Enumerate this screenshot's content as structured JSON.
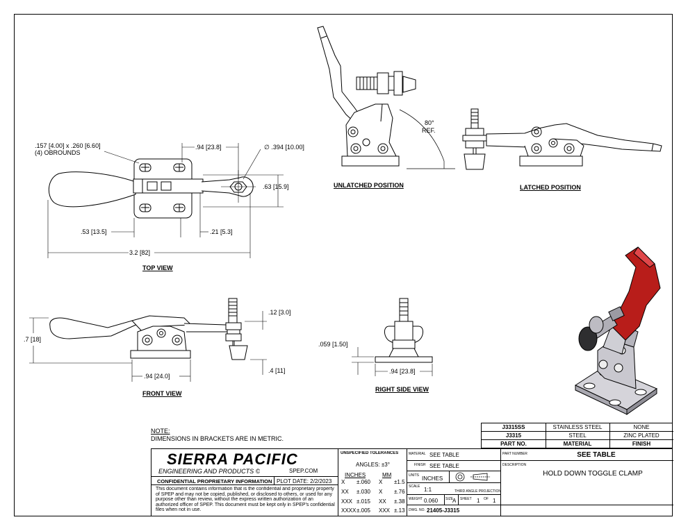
{
  "views": {
    "top": "TOP VIEW",
    "front": "FRONT VIEW",
    "right_side": "RIGHT SIDE VIEW",
    "unlatched": "UNLATCHED POSITION",
    "latched": "LATCHED POSITION"
  },
  "dims": {
    "oblong_1": ".157 [4.00] x .260 [6.60]",
    "oblong_2": "(4) OBROUNDS",
    "top_94": ".94 [23.8]",
    "hole_dia": "∅ .394 [10.00]",
    "top_63": ".63 [15.9]",
    "top_53": ".53 [13.5]",
    "top_21": ".21 [5.3]",
    "top_32": "3.2 [82]",
    "front_7": ".7 [18]",
    "front_12": ".12 [3.0]",
    "front_94": ".94 [24.0]",
    "front_4": ".4 [11]",
    "side_059": ".059 [1.50]",
    "side_94": ".94 [23.8]",
    "angle": "80°",
    "angle_ref": "REF."
  },
  "note": {
    "title": "NOTE:",
    "text": "DIMENSIONS IN BRACKETS ARE IN METRIC."
  },
  "part_table": {
    "rows": [
      [
        "J3315SS",
        "STAINLESS STEEL",
        "NONE"
      ],
      [
        "J3315",
        "STEEL",
        "ZINC PLATED"
      ]
    ],
    "headers": [
      "PART NO.",
      "MATERIAL",
      "FINISH"
    ]
  },
  "title_block": {
    "company": "SIERRA PACIFIC",
    "company_sub": "ENGINEERING AND PRODUCTS",
    "copyright": "©",
    "website": "SPEP.COM",
    "confidential": "CONFIDENTIAL PROPRIETARY INFORMATION",
    "plot_date_label": "PLOT DATE:",
    "plot_date": "2/2/2023",
    "disclaimer": "This document contains information that is the confidential and proprietary property of SPEP and may not be copied, published, or disclosed to others, or used for any purpose other than review, without the express written authorization of an authorized officer of SPEP. This document must be kept only in SPEP's confidential files when not in use.",
    "tol_title": "UNSPECIFIED TOLERANCES",
    "angles": "ANGLES: ±3°",
    "inches_hdr": "INCHES",
    "mm_hdr": "MM",
    "tol_rows": [
      [
        "X",
        "±.060",
        "X",
        "±1.5"
      ],
      [
        "XX",
        "±.030",
        "X",
        "±.76"
      ],
      [
        "XXX",
        "±.015",
        "XX",
        "±.38"
      ],
      [
        "XXXX",
        "±.005",
        "XXX",
        "±.13"
      ]
    ],
    "material_label": "MATERIAL",
    "material": "SEE TABLE",
    "finish_label": "FINISH",
    "finish": "SEE TABLE",
    "units_label": "UNITS",
    "units": "INCHES",
    "scale_label": "SCALE",
    "scale": "1:1",
    "projection": "THIRD ANGLE PROJECTION",
    "weight_label": "WEIGHT",
    "weight": "0.060",
    "size_label": "SIZE",
    "size": "A",
    "sheet_label": "SHEET",
    "sheet": "1",
    "of_label": "OF",
    "sheet_total": "1",
    "dwg_label": "DWG. NO.",
    "dwg_no": "21405-J3315",
    "part_number_label": "PART NUMBER",
    "part_number": "SEE TABLE",
    "description_label": "DESCRIPTION",
    "description": "HOLD DOWN TOGGLE CLAMP"
  },
  "colors": {
    "handle_red": "#b81d1a",
    "steel": "#c9c9cf",
    "line": "#000000"
  }
}
